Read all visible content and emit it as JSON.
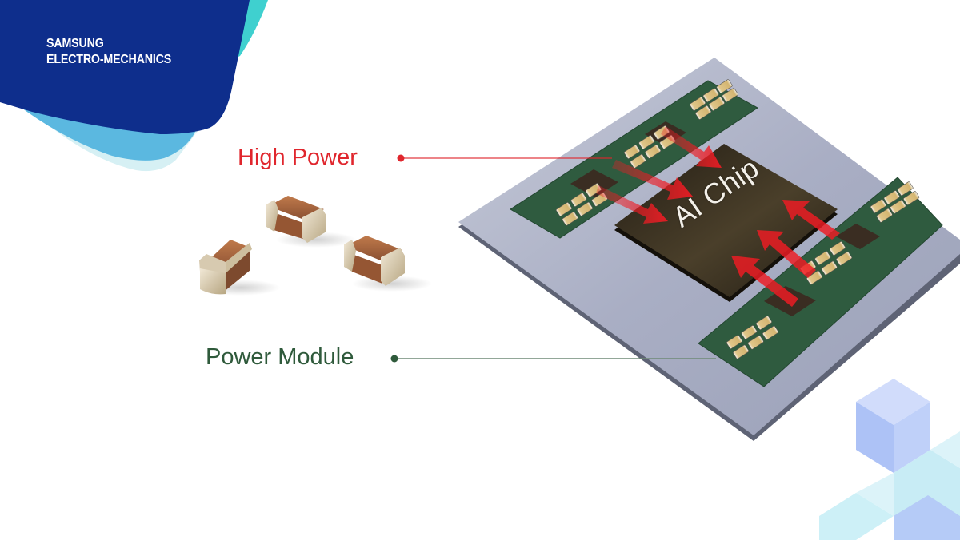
{
  "brand": {
    "line1": "SAMSUNG",
    "line2": "ELECTRO-MECHANICS",
    "colors": {
      "navy": "#0e2e8c",
      "sky": "#5bb8e0",
      "teal": "#3fd0cf",
      "pale": "#d6f0f4"
    }
  },
  "callouts": {
    "high_power": {
      "label": "High Power",
      "color": "#e0262d"
    },
    "power_module": {
      "label": "Power Module",
      "color": "#2f5a3b"
    }
  },
  "diagram": {
    "chip_label": "AI Chip",
    "substrate_color": "#a9aec4",
    "die_color": "#2e271c",
    "module_board_color": "#2f5b3f",
    "arrow_color": "#ee1c24",
    "component_color": "#d9bf7e"
  },
  "capacitors": {
    "count": 3,
    "body_color": "#a4663f",
    "terminal_color": "#d8ccb6"
  }
}
